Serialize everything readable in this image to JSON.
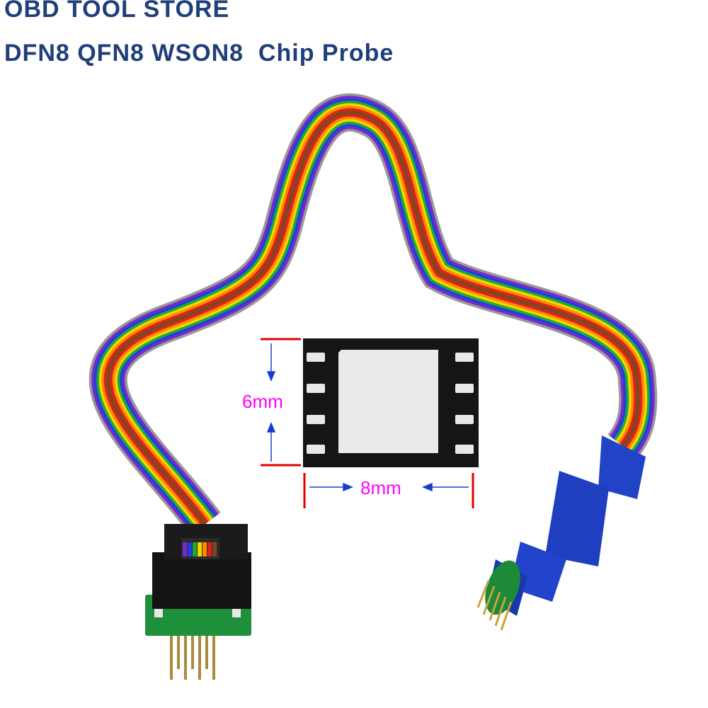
{
  "header": {
    "store_name": "OBD TOOL STORE",
    "product_title": "DFN8 QFN8 WSON8  Chip Probe"
  },
  "chip_diagram": {
    "height_label": "6mm",
    "width_label": "8mm"
  },
  "colors": {
    "title": "#1f3f7a",
    "dimension_text": "#ff00ff",
    "dimension_arrow_blue": "#1a3ccc",
    "dimension_marker_red": "#e00000",
    "chip_body": "#151515",
    "chip_pad": "#e8e8e8",
    "probe_housing": "#1f3fc0",
    "pcb": "#1e8f3a",
    "ribbon_stripes": [
      "#7a4a1e",
      "#e02020",
      "#ff8a00",
      "#f2d600",
      "#1fa83a",
      "#1f3fe0",
      "#7a2ac8",
      "#9a9a9a"
    ]
  }
}
